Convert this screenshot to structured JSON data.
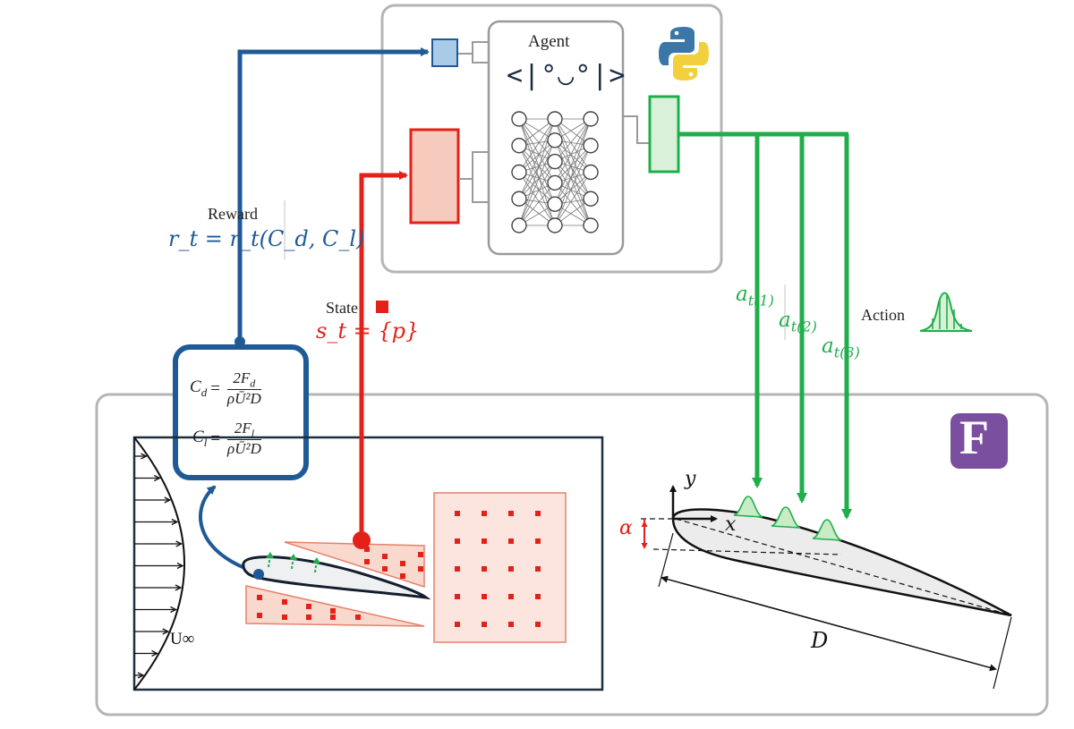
{
  "agent": {
    "title": "Agent",
    "face": "<|°◡°|>"
  },
  "reward": {
    "label": "Reward",
    "formula": "r_t = r_t(C_d, C_l)"
  },
  "state": {
    "label": "State",
    "formula": "s_t = {p}"
  },
  "action": {
    "label": "Action",
    "items": [
      {
        "sym": "a",
        "sub": "t(1)"
      },
      {
        "sym": "a",
        "sub": "t(2)"
      },
      {
        "sym": "a",
        "sub": "t(3)"
      }
    ]
  },
  "coefficients": {
    "drag": {
      "lhs": "C",
      "lhs_sub": "d",
      "num": "2F",
      "num_sub": "d",
      "den": "ρŪ²D"
    },
    "lift": {
      "lhs": "C",
      "lhs_sub": "l",
      "num": "2F",
      "num_sub": "l",
      "den": "ρŪ²D"
    }
  },
  "flow": {
    "freestream_label": "U∞"
  },
  "airfoil": {
    "x_axis": "x",
    "y_axis": "y",
    "angle": "α",
    "chord": "D"
  },
  "logos": {
    "solver_letter": "F"
  },
  "colors": {
    "reward_blue": "#1f5a96",
    "state_red": "#e32119",
    "action_green": "#1fae4b",
    "solver_purple": "#7b4fa0",
    "frame_gray": "#b0b0b0"
  }
}
